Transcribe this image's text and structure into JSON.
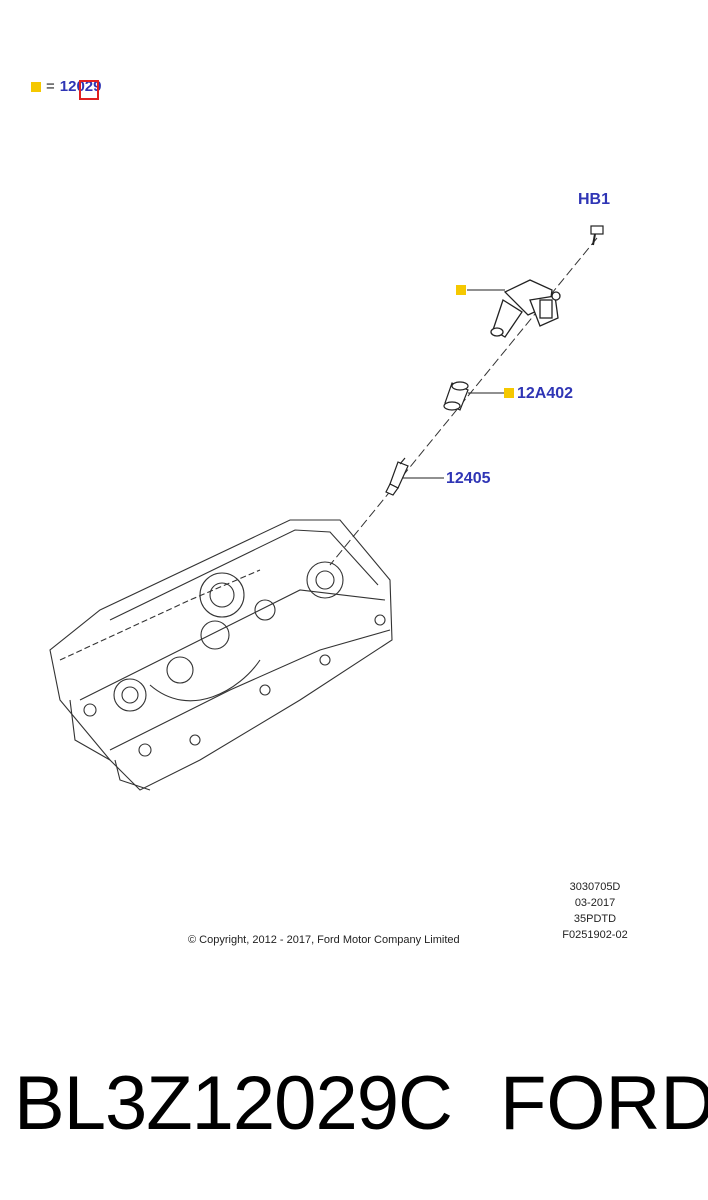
{
  "legend": {
    "equals": "=",
    "part": "12029"
  },
  "callouts": {
    "hb1": "HB1",
    "pcv": "12A402",
    "plug": "12405"
  },
  "meta": {
    "line1": "3030705D",
    "line2": "03-2017",
    "line3": "35PDTD",
    "line4": "F0251902-02"
  },
  "copyright": "© Copyright, 2012 - 2017, Ford Motor Company Limited",
  "footer": {
    "part_number": "BL3Z12029C",
    "brand": "FORD"
  },
  "colors": {
    "callout": "#2f35b5",
    "marker": "#f5c800",
    "highlight": "#e02020"
  }
}
